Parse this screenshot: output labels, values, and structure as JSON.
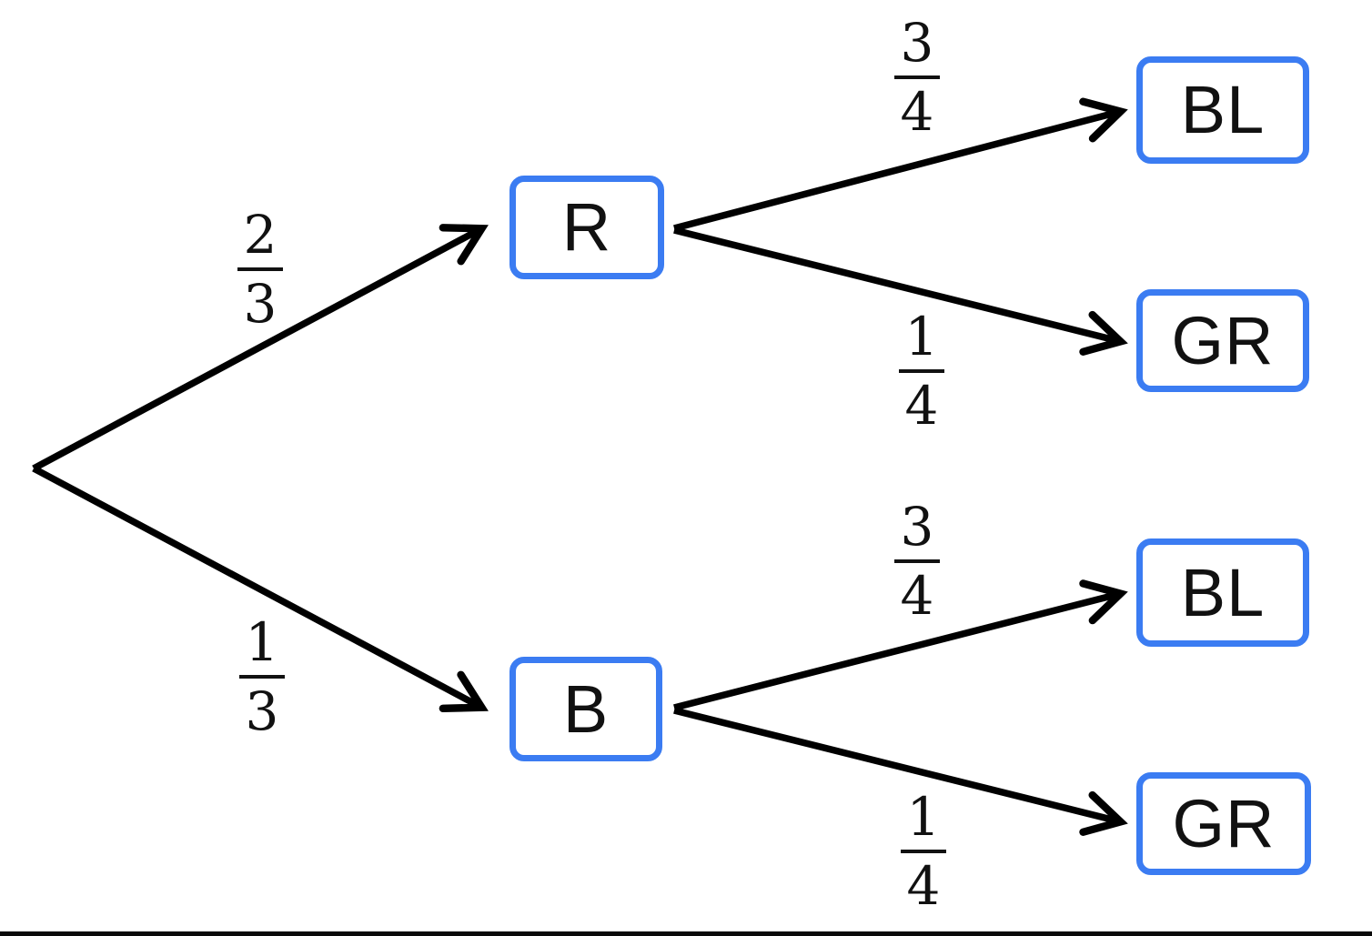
{
  "diagram": {
    "kind": "probability-tree",
    "colors": {
      "box_border": "#3b7cf2",
      "line": "#000000",
      "text": "#111111",
      "background": "#ffffff"
    },
    "nodes": {
      "r": "R",
      "b": "B",
      "bl_top": "BL",
      "gr_top": "GR",
      "bl_bottom": "BL",
      "gr_bottom": "GR"
    },
    "fractions": {
      "root_to_r": {
        "num": "2",
        "den": "3"
      },
      "root_to_b": {
        "num": "1",
        "den": "3"
      },
      "r_to_bl": {
        "num": "3",
        "den": "4"
      },
      "r_to_gr": {
        "num": "1",
        "den": "4"
      },
      "b_to_bl": {
        "num": "3",
        "den": "4"
      },
      "b_to_gr": {
        "num": "1",
        "den": "4"
      }
    }
  }
}
